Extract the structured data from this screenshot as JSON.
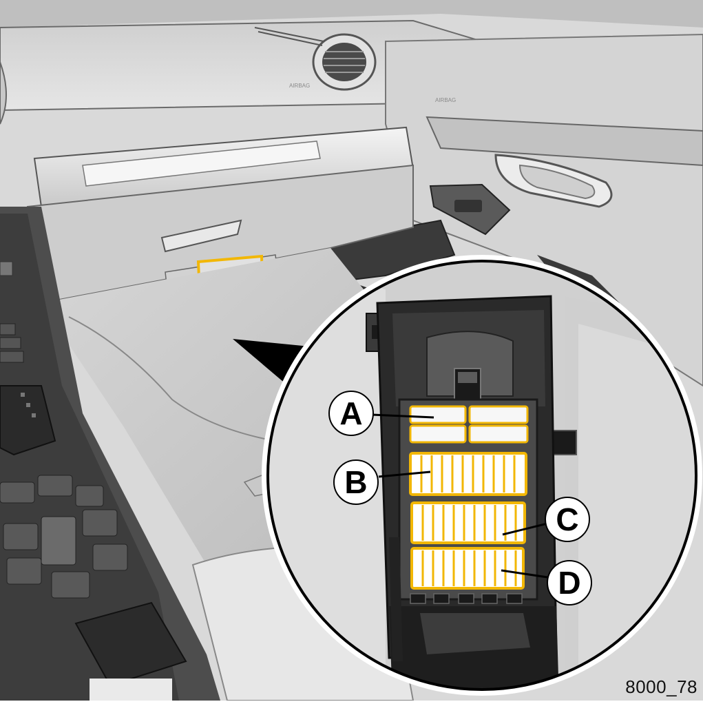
{
  "colors": {
    "accent_outline": "#f2b705",
    "callout_fill": "#ffffff",
    "callout_stroke": "#000000",
    "arrow": "#000000"
  },
  "dashboard": {
    "airbag_label_left": "AIRBAG",
    "airbag_label_right": "AIRBAG"
  },
  "callouts": {
    "a": "A",
    "b": "B",
    "c": "C",
    "d": "D"
  },
  "figure_code": "8000_78"
}
